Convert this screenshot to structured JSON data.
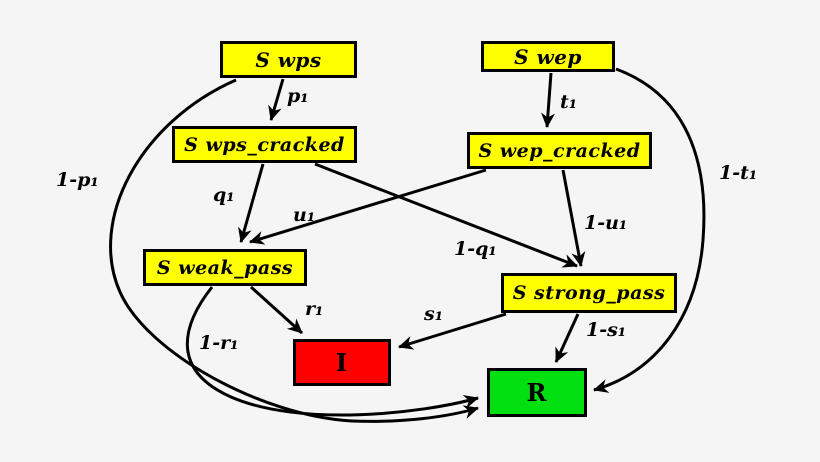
{
  "diagram": {
    "background_color": "#f5f5f5",
    "nodes": {
      "wps": {
        "label": "S wps",
        "color": "#ffff00"
      },
      "wep": {
        "label": "S wep",
        "color": "#ffff00"
      },
      "wps_cracked": {
        "label": "S wps_cracked",
        "color": "#ffff00"
      },
      "wep_cracked": {
        "label": "S wep_cracked",
        "color": "#ffff00"
      },
      "weak_pass": {
        "label": "S weak_pass",
        "color": "#ffff00"
      },
      "strong_pass": {
        "label": "S strong_pass",
        "color": "#ffff00"
      },
      "infected": {
        "label": "I",
        "color": "#ff0000"
      },
      "recovered": {
        "label": "R",
        "color": "#00e010"
      }
    },
    "edge_labels": {
      "p1": "p₁",
      "t1": "t₁",
      "q1": "q₁",
      "u1": "u₁",
      "r1": "r₁",
      "s1": "s₁",
      "one_minus_p1": "1-p₁",
      "one_minus_t1": "1-t₁",
      "one_minus_q1": "1-q₁",
      "one_minus_u1": "1-u₁",
      "one_minus_r1": "1-r₁",
      "one_minus_s1": "1-s₁"
    },
    "edges": [
      {
        "from": "S wps",
        "to": "S wps_cracked",
        "label": "p₁"
      },
      {
        "from": "S wps",
        "to": "R",
        "label": "1-p₁"
      },
      {
        "from": "S wep",
        "to": "S wep_cracked",
        "label": "t₁"
      },
      {
        "from": "S wep",
        "to": "R",
        "label": "1-t₁"
      },
      {
        "from": "S wps_cracked",
        "to": "S weak_pass",
        "label": "q₁"
      },
      {
        "from": "S wps_cracked",
        "to": "S strong_pass",
        "label": "1-q₁"
      },
      {
        "from": "S wep_cracked",
        "to": "S weak_pass",
        "label": "u₁"
      },
      {
        "from": "S wep_cracked",
        "to": "S strong_pass",
        "label": "1-u₁"
      },
      {
        "from": "S weak_pass",
        "to": "I",
        "label": "r₁"
      },
      {
        "from": "S weak_pass",
        "to": "R",
        "label": "1-r₁"
      },
      {
        "from": "S strong_pass",
        "to": "I",
        "label": "s₁"
      },
      {
        "from": "S strong_pass",
        "to": "R",
        "label": "1-s₁"
      }
    ]
  }
}
